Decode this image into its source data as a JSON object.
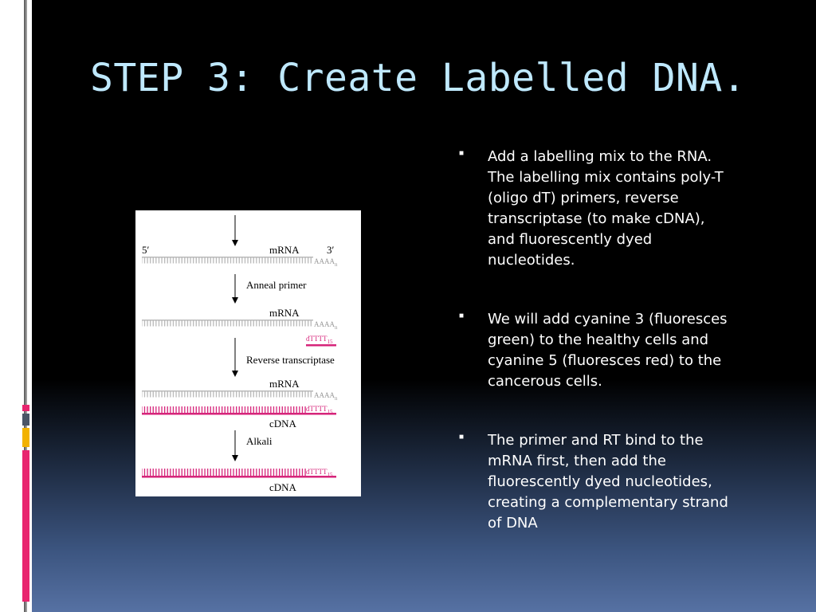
{
  "slide": {
    "title": "STEP 3: Create Labelled DNA.",
    "accent_colors": [
      "#e8256f",
      "#4a5566",
      "#f2b200",
      "#e8256f"
    ]
  },
  "figure": {
    "label_5prime": "5′",
    "label_3prime": "3′",
    "mrna_label_1": "mRNA",
    "polya_1": "AAAA",
    "polya_sub_1": "n",
    "step_anneal": "Anneal primer",
    "mrna_label_2": "mRNA",
    "polya_2": "AAAA",
    "polya_sub_2": "n",
    "primer_2": "dTTTT",
    "primer_sub_2": "15",
    "step_rt": "Reverse transcriptase",
    "mrna_label_3": "mRNA",
    "polya_3": "AAAA",
    "polya_sub_3": "n",
    "primer_3": "dTTTT",
    "primer_sub_3": "15",
    "cdna_label_3": "cDNA",
    "step_alkali": "Alkali",
    "primer_4": "dTTTT",
    "primer_sub_4": "15",
    "cdna_label_4": "cDNA",
    "colors": {
      "mrna": "#b9b9b9",
      "cdna": "#d6247a"
    }
  },
  "bullets": [
    "Add a labelling mix to the RNA.\nThe labelling mix contains poly-T\n(oligo dT) primers, reverse\ntranscriptase (to make cDNA),\nand fluorescently dyed\nnucleotides.",
    "We will add cyanine 3 (fluoresces\ngreen) to the healthy cells and\ncyanine 5 (fluoresces red) to the\ncancerous cells.",
    "The primer and RT bind to the\nmRNA first, then add the\nfluorescently dyed nucleotides,\ncreating a complementary strand\nof DNA"
  ]
}
